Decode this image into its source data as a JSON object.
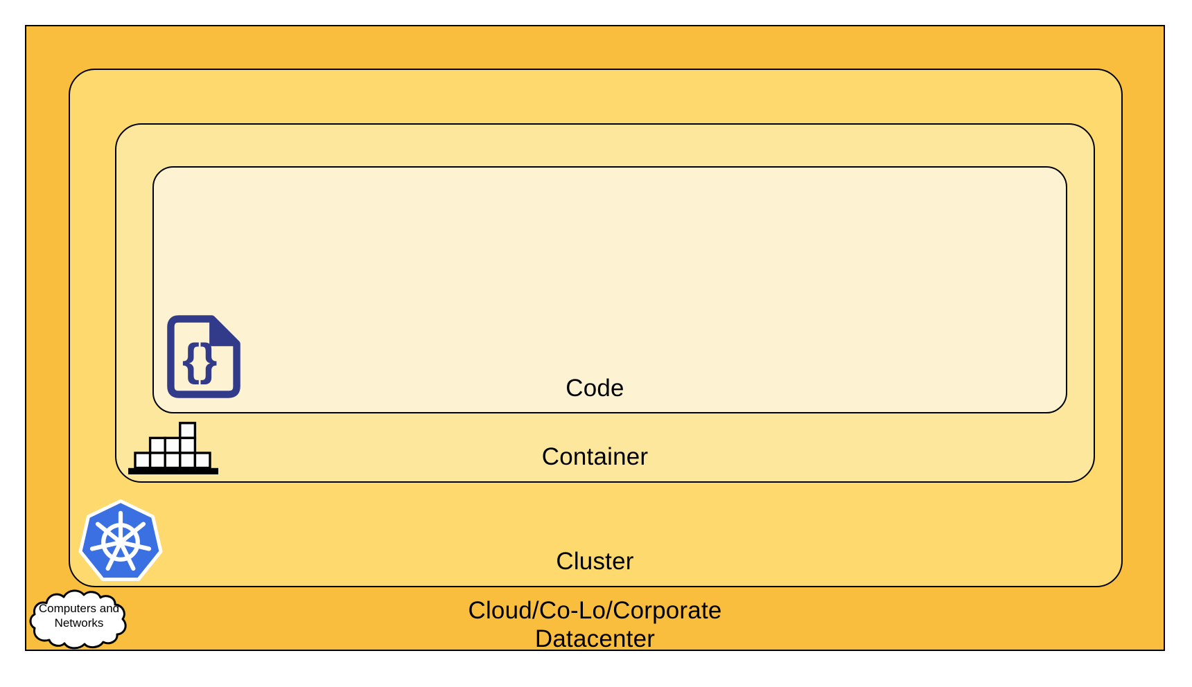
{
  "diagram": {
    "type": "nested-layers",
    "topic": "Kubernetes deployment layers",
    "layers": [
      {
        "id": "code",
        "label": "Code",
        "fill": "#FDF3D3"
      },
      {
        "id": "container",
        "label": "Container",
        "fill": "#FCE79D"
      },
      {
        "id": "cluster",
        "label": "Cluster",
        "fill": "#FDD96E"
      },
      {
        "id": "datacenter",
        "label_line1": "Cloud/Co-Lo/Corporate",
        "label_line2": "Datacenter",
        "fill": "#F9BE3E"
      }
    ],
    "icons": {
      "code_file": {
        "glyph": "{}",
        "color": "#313B89",
        "meaning": "source code file"
      },
      "container_blocks": {
        "block_fill": "#FDFDFD",
        "outline": "#000000",
        "meaning": "stacked cargo blocks"
      },
      "kubernetes": {
        "color": "#3A70E2",
        "wheel_color": "#FFFFFF",
        "meaning": "kubernetes helm wheel"
      },
      "cloud": {
        "label_line1": "Computers and",
        "label_line2": "Networks",
        "fill": "#FFFFFF",
        "outline": "#000000"
      }
    },
    "border_color": "#000000",
    "page_background": "#FFFFFF"
  }
}
